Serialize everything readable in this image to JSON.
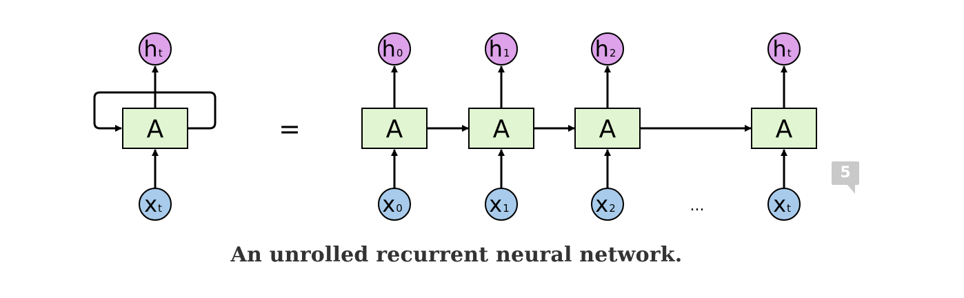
{
  "diagram": {
    "folded": {
      "output": {
        "base": "h",
        "sub": "t"
      },
      "cell": "A",
      "input": {
        "base": "x",
        "sub": "t"
      }
    },
    "equals": "=",
    "unrolled": [
      {
        "output": {
          "base": "h",
          "sub": "0"
        },
        "cell": "A",
        "input": {
          "base": "x",
          "sub": "0"
        }
      },
      {
        "output": {
          "base": "h",
          "sub": "1"
        },
        "cell": "A",
        "input": {
          "base": "x",
          "sub": "1"
        }
      },
      {
        "output": {
          "base": "h",
          "sub": "2"
        },
        "cell": "A",
        "input": {
          "base": "x",
          "sub": "2"
        }
      },
      {
        "output": {
          "base": "h",
          "sub": "t"
        },
        "cell": "A",
        "input": {
          "base": "x",
          "sub": "t"
        }
      }
    ],
    "ellipsis": "...",
    "colors": {
      "cell_fill": "#e1f5d2",
      "output_fill": "#dda2ea",
      "input_fill": "#a8cbeb",
      "stroke": "#000000"
    }
  },
  "caption": "An unrolled recurrent neural network.",
  "comment_badge": {
    "count": "5"
  }
}
